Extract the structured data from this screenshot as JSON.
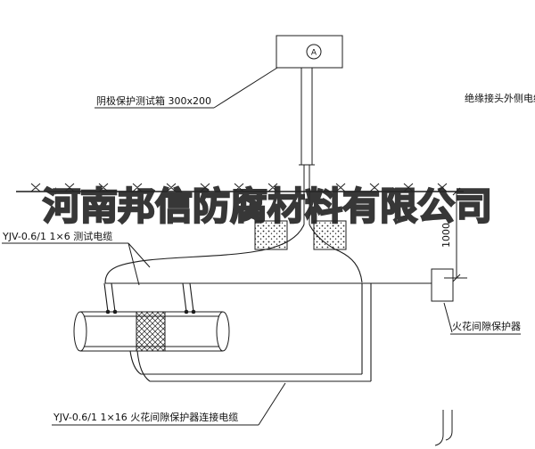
{
  "colors": {
    "line": "#1c1c1c",
    "background": "#ffffff",
    "watermark_outline": "#2e2e2e"
  },
  "watermark": {
    "text": "河南邦信防腐材料有限公司"
  },
  "labels": {
    "test_box": "阴极保护测试箱 300x200",
    "insulation_joint_cable": "绝缘接头外侧电缆",
    "test_cable": "YJV-0.6/1 1×6 测试电缆",
    "spark_gap_protector": "火花间隙保护器",
    "spark_gap_cable": "YJV-0.6/1 1×16 火花间隙保护器连接电缆",
    "ammeter": "A",
    "dimension_1000": "1000"
  }
}
